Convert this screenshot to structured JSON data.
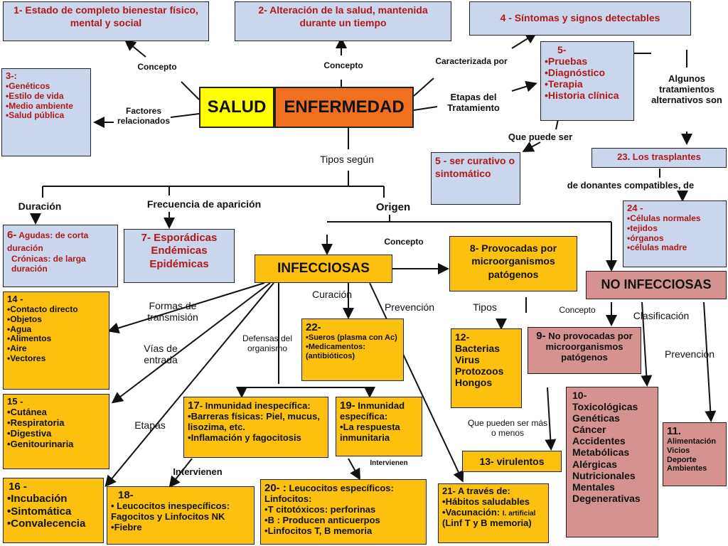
{
  "nodes": {
    "n1": "1- Estado de completo bienestar físico, mental y social",
    "n2": "2- Alteración de la salud, mantenida durante un tiempo",
    "n4": "4 - Síntomas y signos detectables",
    "n3": {
      "title": "3-:",
      "items": [
        "Genéticos",
        "Estilo de vida",
        "Medio ambiente",
        "Salud pública"
      ]
    },
    "salud": "SALUD",
    "enfermedad": "ENFERMEDAD",
    "n5": {
      "title": "5-",
      "items": [
        "Pruebas",
        "Diagnóstico",
        "Terapia",
        "Historia clínica"
      ]
    },
    "n5b": "5 - ser curativo o sintomático",
    "n23": "23. Los trasplantes",
    "n24": {
      "title": "24 -",
      "items": [
        "Células normales",
        "tejidos",
        "órganos",
        "células madre"
      ]
    },
    "n6": {
      "prefix": "6-",
      "line1": " Agudas: de corta duración",
      "line2": "Crónicas: de larga duración"
    },
    "n7": "7- Esporádicas Endémicas Epidémicas",
    "infecciosas": "INFECCIOSAS",
    "n8": "8- Provocadas por microorganismos patógenos",
    "no_infecciosas": "NO INFECCIOSAS",
    "n14": {
      "title": "14 -",
      "items": [
        "Contacto directo",
        "Objetos",
        "Agua",
        "Alimentos",
        "Aire",
        "Vectores"
      ]
    },
    "n22": {
      "title": "22-",
      "items": [
        "Sueros (plasma con Ac)",
        "Medicamentos: (antibióticos)"
      ]
    },
    "n12": {
      "title": "12-",
      "items": [
        "Bacterias",
        "Virus",
        "Protozoos",
        "Hongos"
      ]
    },
    "n9": {
      "prefix": "9-",
      "text": "  No provocadas por microorganismos patógenos"
    },
    "n15": {
      "title": "15 -",
      "items": [
        "Cutánea",
        "Respiratoria",
        "Digestiva",
        "Genitourinaria"
      ]
    },
    "n17": {
      "prefix": "17",
      "title": "- Inmunidad inespecífica:",
      "items": [
        "Barreras físicas: Piel, mucus, lisozima, etc.",
        "Inflamación y fagocitosis"
      ]
    },
    "n19": {
      "prefix": "19-",
      "title": " Inmunidad específica:",
      "items": [
        "La respuesta inmunitaria"
      ]
    },
    "n10": {
      "title": "10-",
      "lines": [
        "Toxicológicas",
        "Genéticas",
        "Cáncer",
        "Accidentes",
        "Metabólicas",
        "Alérgicas",
        "Nutricionales",
        "Mentales",
        "Degenerativas"
      ]
    },
    "n11": {
      "title": "11.",
      "lines": [
        "Alimentación",
        "Vicios",
        "Deporte",
        "Ambientes"
      ]
    },
    "n13": "13- virulentos",
    "n16": {
      "title": "16 -",
      "items": [
        "Incubación",
        "Sintomática",
        "Convalecencia"
      ]
    },
    "n18": {
      "title": "18-",
      "items": [
        " Leucocitos inespecíficos: Fagocitos y Linfocitos NK",
        "Fiebre"
      ]
    },
    "n20": {
      "prefix": "20- :",
      "title": " Leucocitos específicos: Linfocitos:",
      "items": [
        "T citotóxicos: perforinas",
        "B : Producen anticuerpos",
        "Linfocitos T, B memoria"
      ]
    },
    "n21": {
      "title": "21- A través de:",
      "items": [
        "Hábitos saludables",
        "Vacunación: "
      ],
      "small": "I. artificial",
      "tail": "(Linf  T y B memoria)"
    }
  },
  "labels": {
    "concepto_left": "Concepto",
    "concepto_mid": "Concepto",
    "caracterizada": "Caracterizada por",
    "factores": "Factores relacionados",
    "etapas_tratamiento": "Etapas del Tratamiento",
    "algunos": "Algunos tratamientos alternativos son",
    "que_puede_ser": "Que puede ser",
    "tipos_segun": "Tipos según",
    "de_donantes": "de donantes compatibles, de",
    "duracion": "Duración",
    "frecuencia": "Frecuencia de aparición",
    "origen": "Origen",
    "concepto_inf": "Concepto",
    "curacion": "Curación",
    "prevencion_inf": "Prevención",
    "tipos": "Tipos",
    "concepto_noinf": "Concepto",
    "clasificacion": "Clasificación",
    "formas": "Formas de transmisión",
    "vias": "Vías de entrada",
    "defensas": "Defensas del organismo",
    "prevencion_noinf": "Prevención",
    "que_pueden_ser": "Que pueden ser más o menos",
    "etapas": "Etapas",
    "intervienen_1": "Intervienen",
    "intervienen_2": "Intervienen"
  }
}
